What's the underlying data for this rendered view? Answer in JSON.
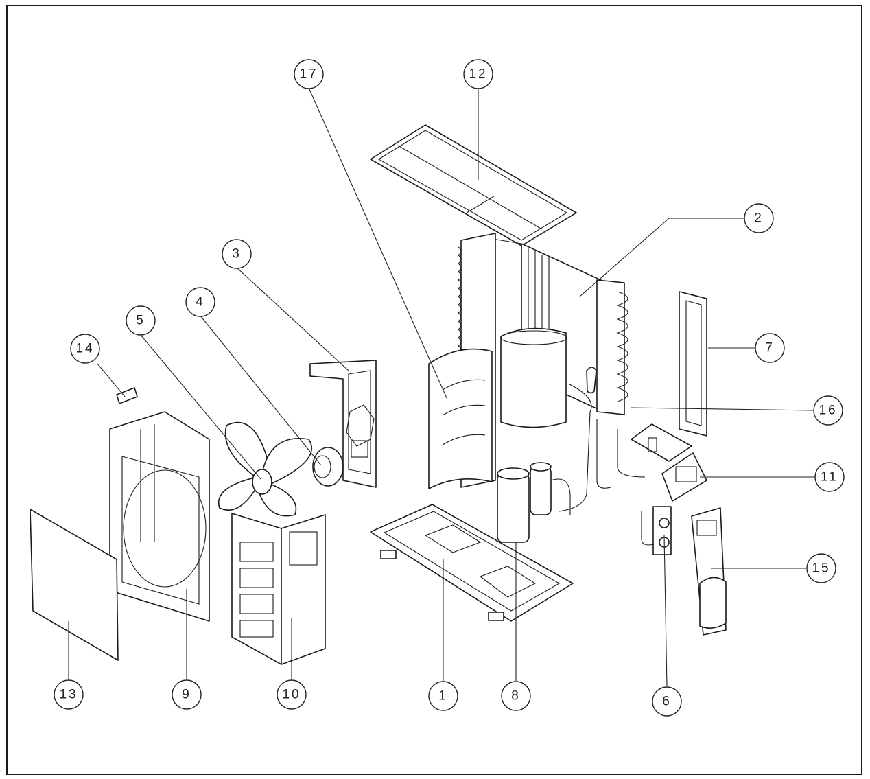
{
  "diagram": {
    "callouts": [
      {
        "id": "1",
        "label": "1"
      },
      {
        "id": "2",
        "label": "2"
      },
      {
        "id": "3",
        "label": "3"
      },
      {
        "id": "4",
        "label": "4"
      },
      {
        "id": "5",
        "label": "5"
      },
      {
        "id": "6",
        "label": "6"
      },
      {
        "id": "7",
        "label": "7"
      },
      {
        "id": "8",
        "label": "8"
      },
      {
        "id": "9",
        "label": "9"
      },
      {
        "id": "10",
        "label": "10"
      },
      {
        "id": "11",
        "label": "11"
      },
      {
        "id": "12",
        "label": "12"
      },
      {
        "id": "13",
        "label": "13"
      },
      {
        "id": "14",
        "label": "14"
      },
      {
        "id": "15",
        "label": "15"
      },
      {
        "id": "16",
        "label": "16"
      },
      {
        "id": "17",
        "label": "17"
      }
    ],
    "colors": {
      "line": "#1a1a1a",
      "background": "#ffffff"
    }
  }
}
